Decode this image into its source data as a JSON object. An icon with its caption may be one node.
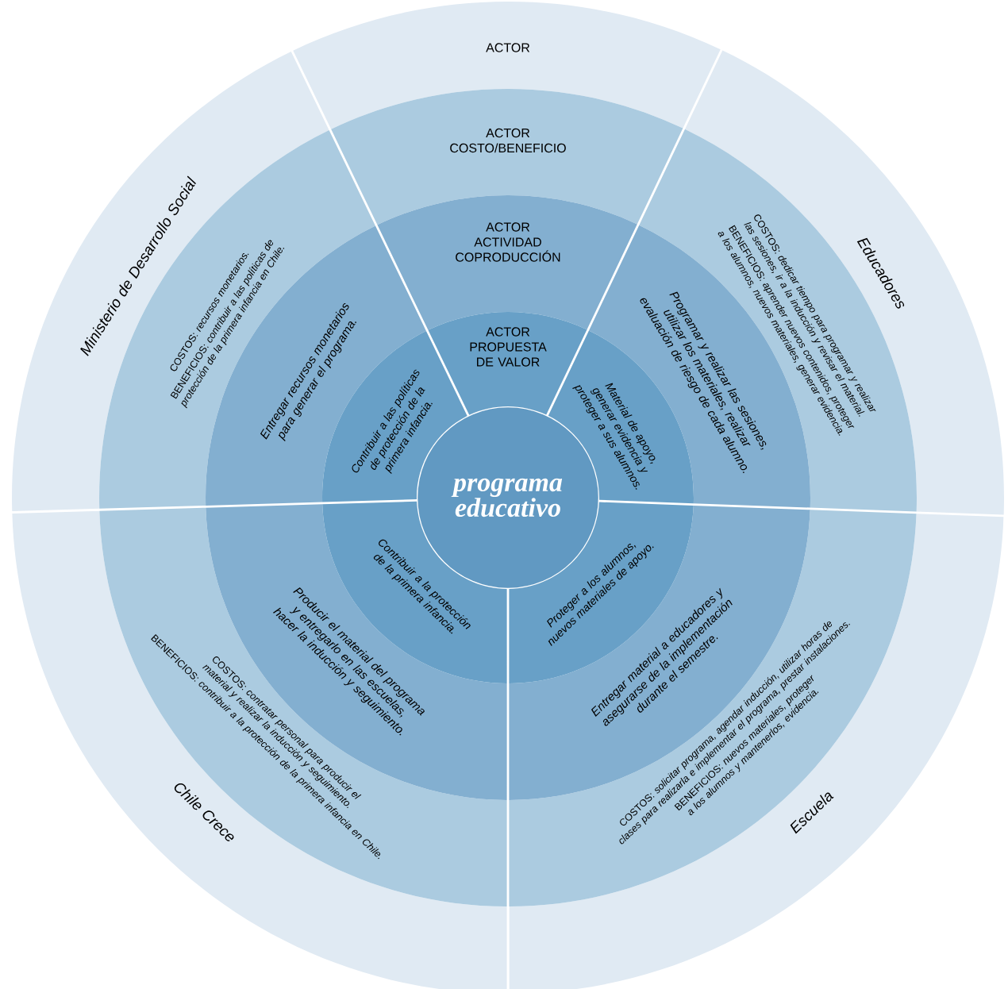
{
  "diagram": {
    "nodes": [
      {
        "text": [
          "programa educativo"
        ]
      },
      {
        "text": [
          "ACTOR"
        ]
      },
      {
        "text": [
          "ACTOR COSTO/BENEFICIO"
        ]
      },
      {
        "text": [
          "ACTOR ACTIVIDAD COPRODUCCIÓN"
        ]
      },
      {
        "text": [
          "ACTOR PROPUESTA DE VALOR"
        ]
      },
      {
        "text": [
          "Ministerio de Desarrollo Social"
        ]
      },
      {
        "text": [
          "COSTOS: *recursos monetarios.*",
          "BENEFICIOS: *contribuir a las políticas de protección de la primera infancia en Chile.*"
        ]
      },
      {
        "text": [
          "Entregar recursos monetarios para generar el programa."
        ]
      },
      {
        "text": [
          "Contribuir a las políticas de protección de la primera infancia."
        ]
      },
      {
        "text": [
          "Educadores"
        ]
      },
      {
        "text": [
          "COSTOS: *dedicar tiempo para programar y realizar las sesiones, ir a la inducción y revisar el material.*",
          "BENEFICIOS: *aprender nuevos contenidos, proteger a los alumnos, nuevos materiales, generar evidencia.*"
        ]
      },
      {
        "text": [
          "Programar y realizar las sesiones, utilizar los materiales, realizar evaluación de riesgo de cada alumno."
        ]
      },
      {
        "text": [
          "Material de apoyo, generar evidencia y proteger a sus alumnos."
        ]
      },
      {
        "text": [
          "Chile Crece"
        ]
      },
      {
        "text": [
          "COSTOS: *contratar personal para producir el material y realizar la inducción y seguimiento.*",
          "BENEFICIOS: *contribuir a la protección de la primera infancia en Chile.*"
        ]
      },
      {
        "text": [
          "Producir el material del programa y entregarlo en las escuelas, hacer la inducción y seguimiento."
        ]
      },
      {
        "text": [
          "Contribuir a la protección de la primera infancia."
        ]
      },
      {
        "text": [
          "Escuela"
        ]
      },
      {
        "text": [
          "COSTOS: *solicitar programa, agendar inducción, utilizar horas de clases para realizarla e implementar el programa, prestar instalaciones.*",
          "BENEFICIOS: *nuevos materiales, proteger a los alumnos y mantenerlos, evidencia.*"
        ]
      },
      {
        "text": [
          "Entregar material a educadores y asegurarse de la implementación durante el semestre."
        ]
      },
      {
        "text": [
          "Proteger a los alumnos, nuevos materiales de apoyo."
        ]
      }
    ]
  }
}
